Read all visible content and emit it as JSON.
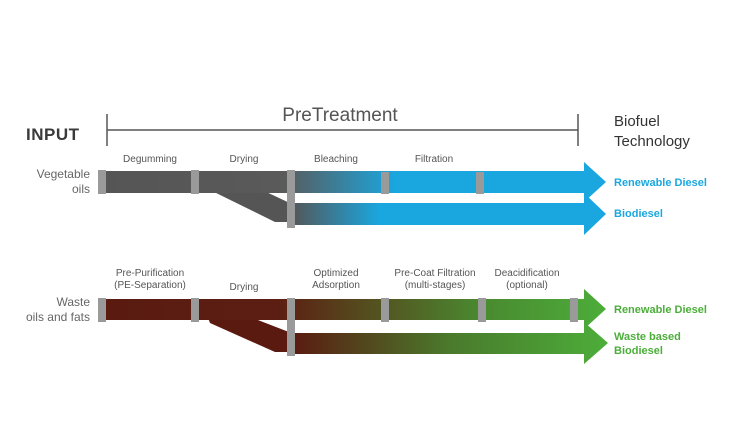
{
  "header": {
    "input": "INPUT",
    "pretreatment": "PreTreatment",
    "biofuel_line1": "Biofuel",
    "biofuel_line2": "Technology"
  },
  "vegetable": {
    "feed_line1": "Vegetable",
    "feed_line2": "oils",
    "steps": {
      "degumming": "Degumming",
      "drying": "Drying",
      "bleaching": "Bleaching",
      "filtration": "Filtration"
    },
    "outputs": {
      "renewable_diesel": "Renewable Diesel",
      "biodiesel": "Biodiesel"
    },
    "color": "#1aa7df"
  },
  "waste": {
    "feed_line1": "Waste",
    "feed_line2": "oils and fats",
    "steps": {
      "prepurification_line1": "Pre-Purification",
      "prepurification_line2": "(PE-Separation)",
      "drying": "Drying",
      "optimized_line1": "Optimized",
      "optimized_line2": "Adsorption",
      "precoat_line1": "Pre-Coat Filtration",
      "precoat_line2": "(multi-stages)",
      "deacid_line1": "Deacidification",
      "deacid_line2": "(optional)"
    },
    "outputs": {
      "renewable_diesel": "Renewable Diesel",
      "biodiesel_line1": "Waste based",
      "biodiesel_line2": "Biodiesel"
    },
    "color": "#4cae3a"
  },
  "colors": {
    "pipe_grey": "#555555",
    "pipe_brown": "#5a1a10",
    "joint": "#9a9a9a",
    "blue": "#1aa7df",
    "green": "#4cae3a"
  }
}
